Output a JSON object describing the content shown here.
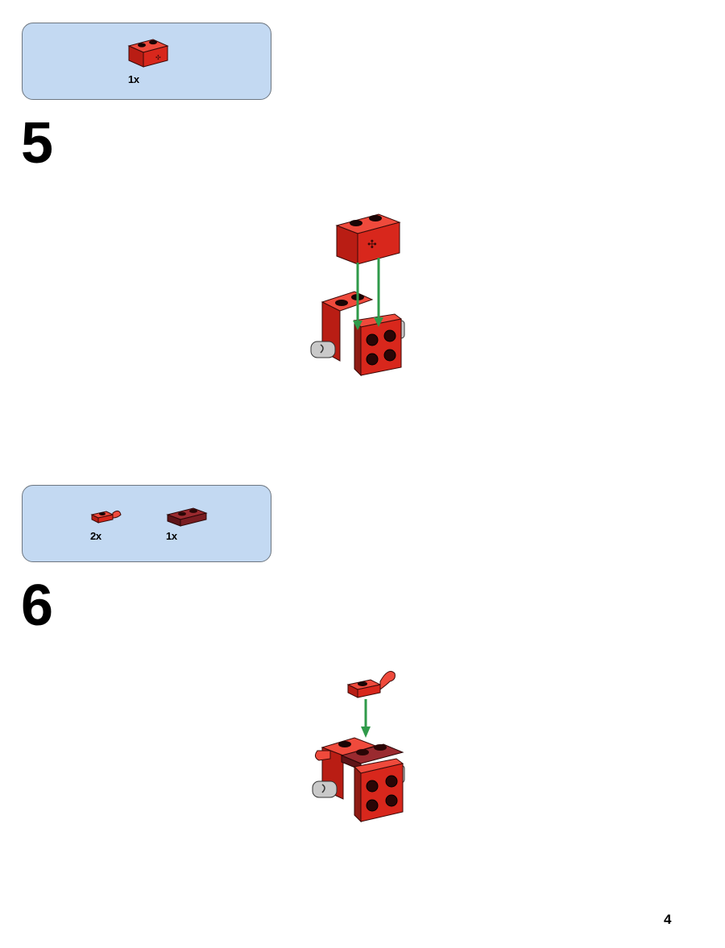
{
  "steps": [
    {
      "number": "5",
      "parts": [
        {
          "name": "red brick 1x2 with axle hole",
          "qty": "1x"
        }
      ]
    },
    {
      "number": "6",
      "parts": [
        {
          "name": "red plate 1x1 with clip",
          "qty": "2x"
        },
        {
          "name": "dark red plate 1x2",
          "qty": "1x"
        }
      ]
    }
  ],
  "page_number": "4",
  "colors": {
    "parts_box": "#c3d9f2",
    "brick_red": "#d8271c",
    "dark_red": "#7a1d22",
    "arrow_green": "#2f9a4a",
    "clip_gray": "#c9c9c9"
  }
}
